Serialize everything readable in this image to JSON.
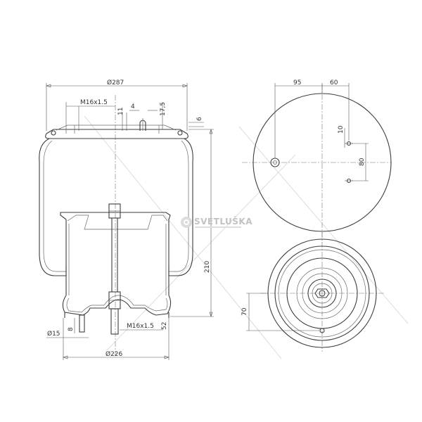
{
  "watermark": {
    "brand": "SVETLUŠKA"
  },
  "side_view": {
    "dims": {
      "top_diameter": "Ø287",
      "thread_top": "M16x1.5",
      "dim_11": "11",
      "dim_4": "4",
      "dim_17_5": "17,5",
      "dim_6": "6",
      "height": "210",
      "dim_8": "8",
      "dim_15": "Ø15",
      "thread_bottom": "M16x1.5",
      "dim_52": "52",
      "base_diameter": "Ø226"
    }
  },
  "top_view": {
    "dims": {
      "dim_95": "95",
      "dim_60": "60",
      "dim_10": "10",
      "dim_80": "80"
    }
  },
  "bottom_view": {
    "dims": {
      "dim_70": "70"
    }
  }
}
